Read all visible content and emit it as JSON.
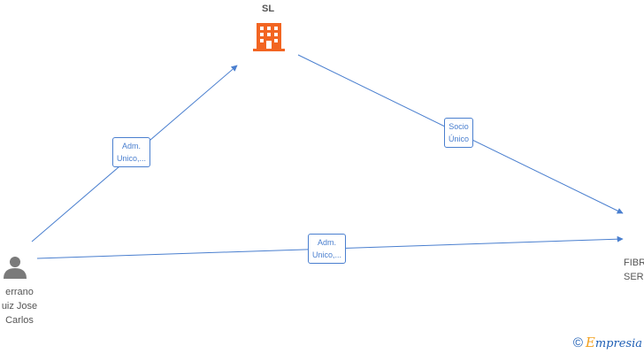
{
  "nodes": {
    "company": {
      "label": "SL",
      "icon": "building-icon",
      "color": "#f26522"
    },
    "person": {
      "label": "errano\nuiz Jose\nCarlos",
      "icon": "person-icon",
      "color": "#7a7a7a"
    },
    "right_company": {
      "label": "FIBR\nSER"
    }
  },
  "edges": {
    "person_to_sl": {
      "label": "Adm.\nUnico,..."
    },
    "sl_to_right": {
      "label": "Socio\nÚnico"
    },
    "person_to_right": {
      "label": "Adm.\nUnico,..."
    }
  },
  "colors": {
    "edge": "#4a7fcf",
    "label_text": "#555555"
  },
  "watermark": {
    "copyright": "©",
    "brand_first": "E",
    "brand_rest": "mpresia"
  }
}
